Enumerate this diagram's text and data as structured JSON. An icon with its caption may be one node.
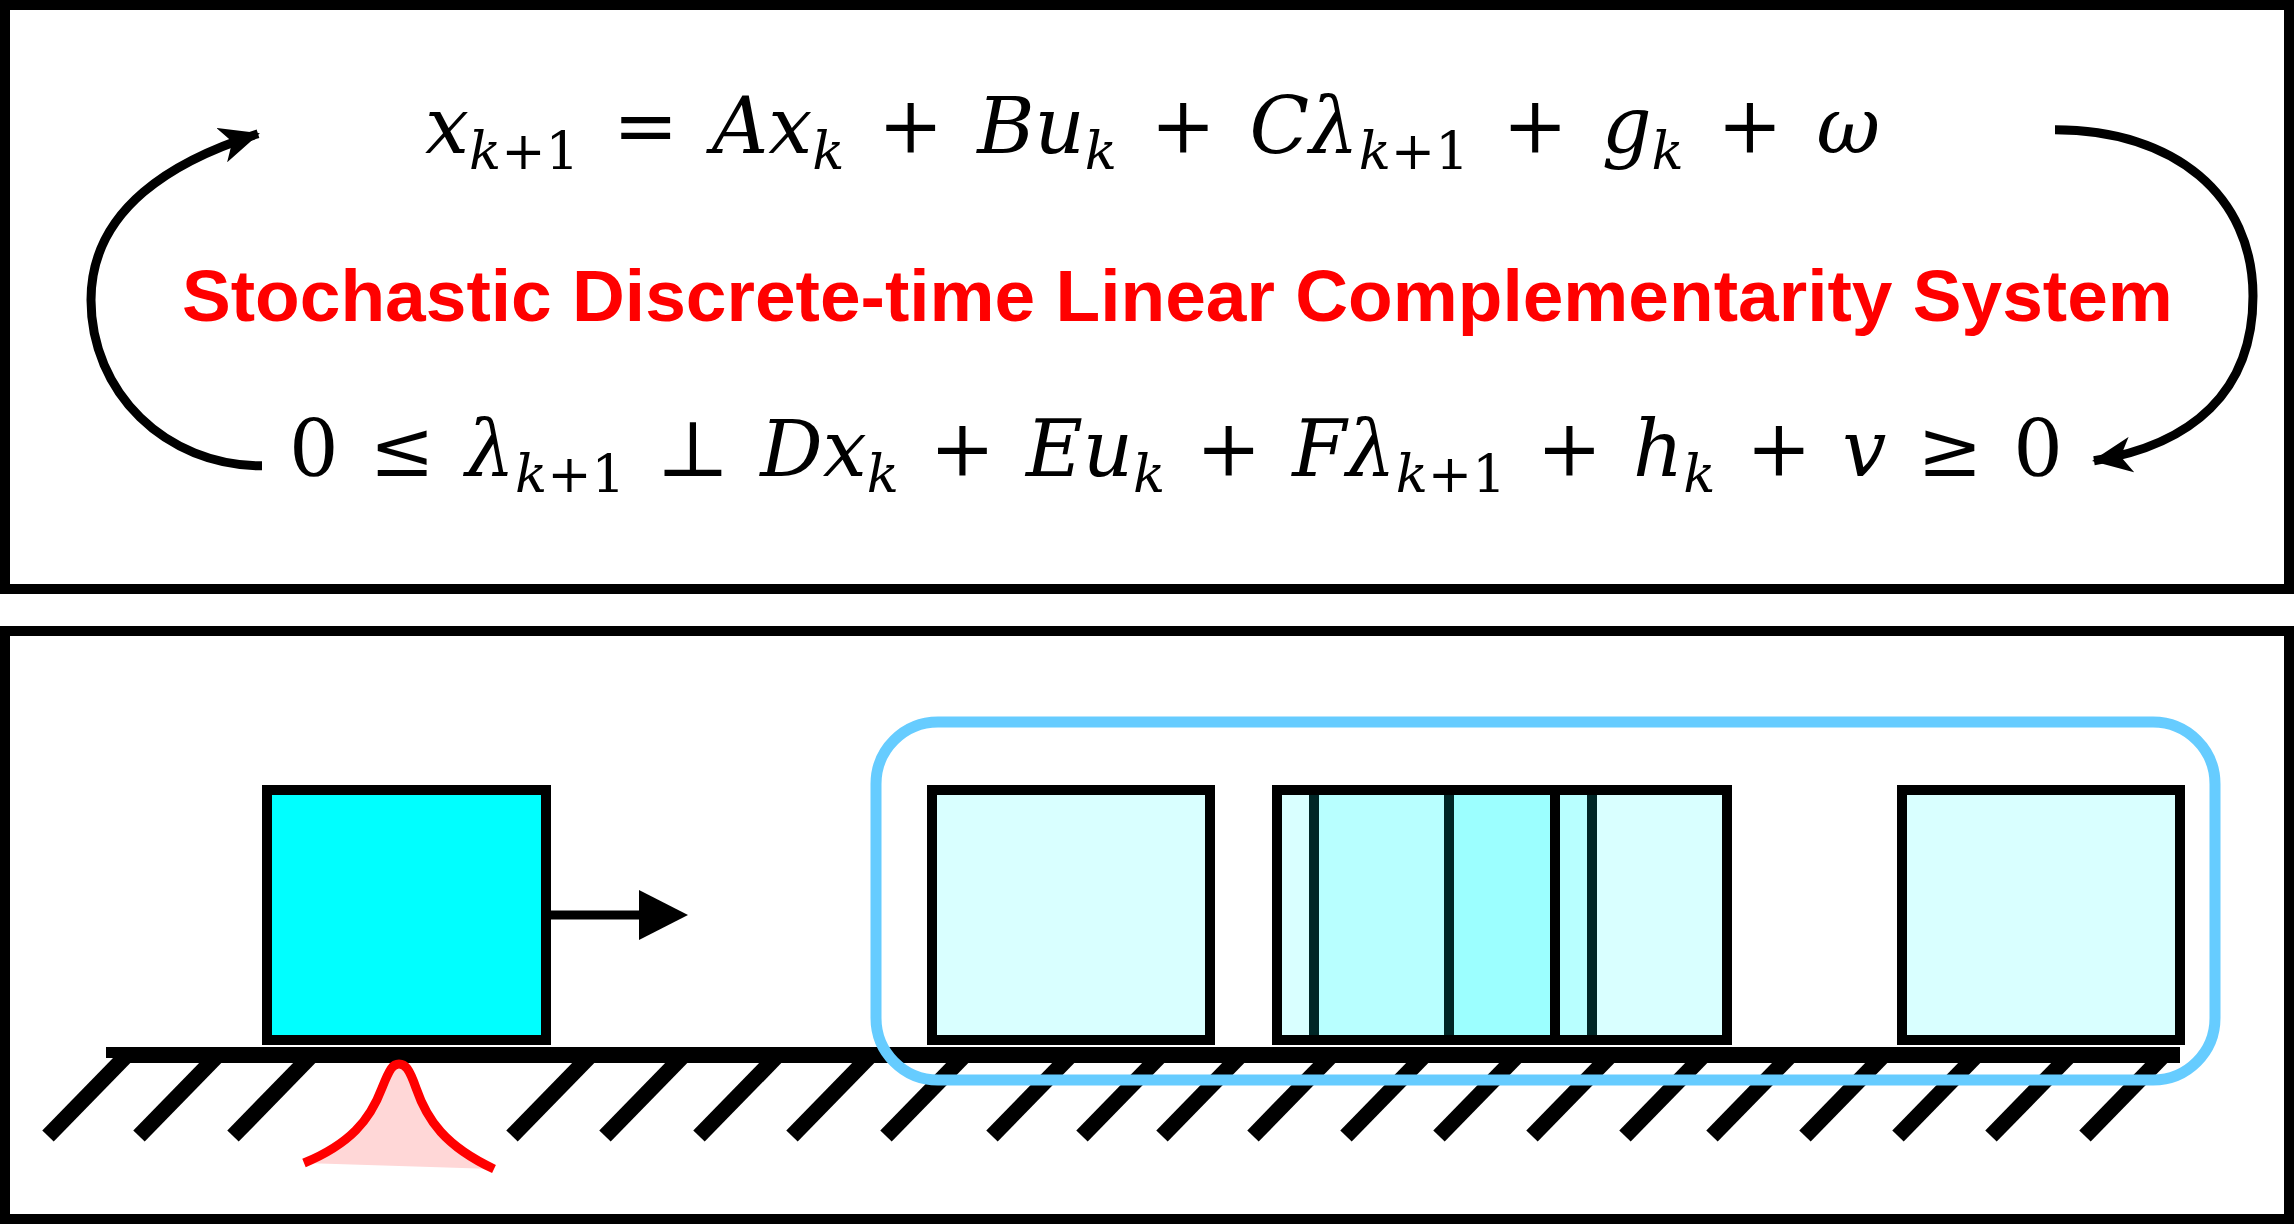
{
  "diagram": {
    "nodes": [
      {
        "text": [
          "Stochastic Discrete-time Linear Complementarity System"
        ]
      },
      {
        "text": [
          "*x*$_{k+1}$ = *Ax*$_{k}$ + *Bu*$_{k}$ + *Cλ*$_{k+1}$ + *g*$_{k}$ + *ω*"
        ],
        "in": 0
      },
      {
        "text": [
          "0 ≤ *λ*$_{k+1}$ ⊥ *Dx*$_{k}$ + *Eu*$_{k}$ + *Fλ*$_{k+1}$ + *h*$_{k}$ + *v* ≥ 0"
        ],
        "in": 0
      },
      {
        "text": [],
        "shape": "box"
      }
    ],
    "edges": [
      {
        "from": 1,
        "to": 2,
        "arrow": "to"
      },
      {
        "from": 2,
        "to": 1,
        "arrow": "to"
      }
    ]
  }
}
